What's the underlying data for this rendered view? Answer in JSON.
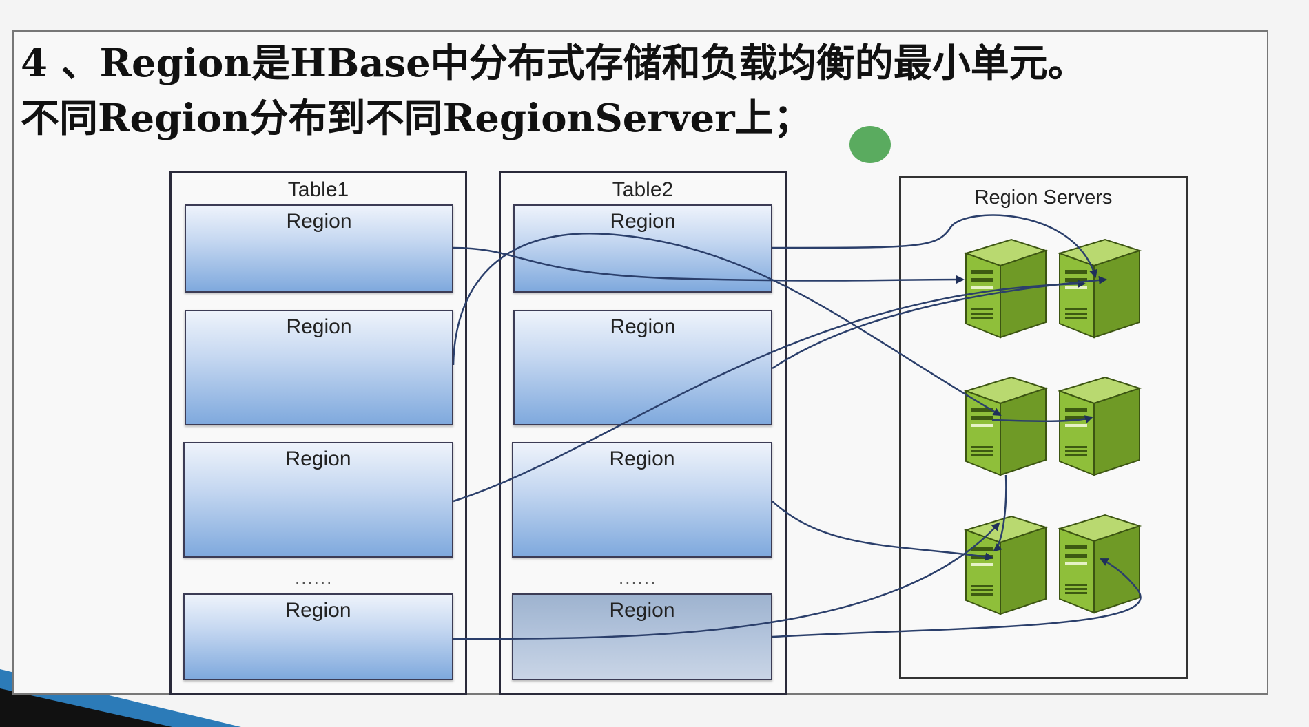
{
  "slide": {
    "heading_line1": "4 、Region是HBase中分布式存储和负载均衡的最小单元。",
    "heading_line2": "不同Region分布到不同RegionServer上；"
  },
  "diagram": {
    "table1": {
      "title": "Table1",
      "regions": [
        "Region",
        "Region",
        "Region",
        "Region"
      ],
      "ellipsis": "......"
    },
    "table2": {
      "title": "Table2",
      "regions": [
        "Region",
        "Region",
        "Region",
        "Region"
      ],
      "ellipsis": "......"
    },
    "servers": {
      "title": "Region Servers",
      "icon": "server-icon",
      "count": 6
    },
    "colors": {
      "region_fill": "#7fa9dd",
      "server_green": "#8fbf3a",
      "arrow": "#2b3f6b",
      "dot": "#5aab5f"
    }
  }
}
